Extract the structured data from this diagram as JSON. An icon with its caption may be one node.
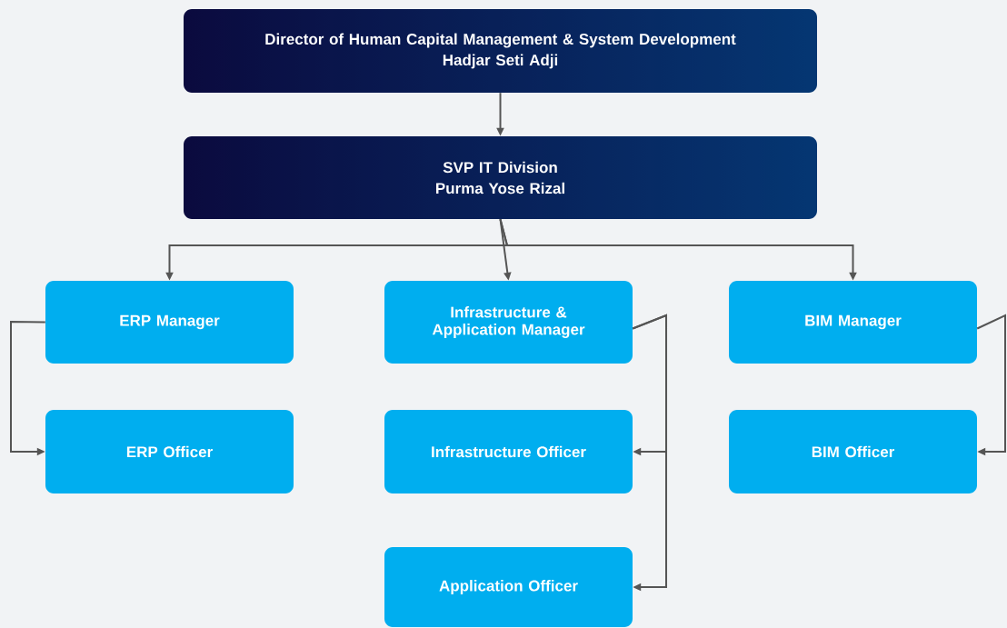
{
  "diagram": {
    "nodes": [
      {
        "text": [
          "Director of Human Capital Management & System Development",
          "Hadjar Seti Adji"
        ]
      },
      {
        "text": [
          "SVP IT Division",
          "Purma Yose Rizal"
        ]
      },
      {
        "text": [
          "ERP Manager"
        ]
      },
      {
        "text": [
          "Infrastructure & Application Manager"
        ]
      },
      {
        "text": [
          "BIM Manager"
        ]
      },
      {
        "text": [
          "ERP Officer"
        ]
      },
      {
        "text": [
          "Infrastructure Officer"
        ]
      },
      {
        "text": [
          "BIM Officer"
        ]
      },
      {
        "text": [
          "Application Officer"
        ]
      }
    ],
    "edges": [
      {
        "from": 0,
        "to": 1,
        "arrow": "to"
      },
      {
        "from": 1,
        "to": 2,
        "arrow": "to"
      },
      {
        "from": 1,
        "to": 3,
        "arrow": "to"
      },
      {
        "from": 1,
        "to": 4,
        "arrow": "to"
      },
      {
        "from": 2,
        "to": 5,
        "arrow": "to"
      },
      {
        "from": 3,
        "to": 6,
        "arrow": "to"
      },
      {
        "from": 3,
        "to": 8,
        "arrow": "to"
      },
      {
        "from": 4,
        "to": 7,
        "arrow": "to"
      }
    ]
  }
}
